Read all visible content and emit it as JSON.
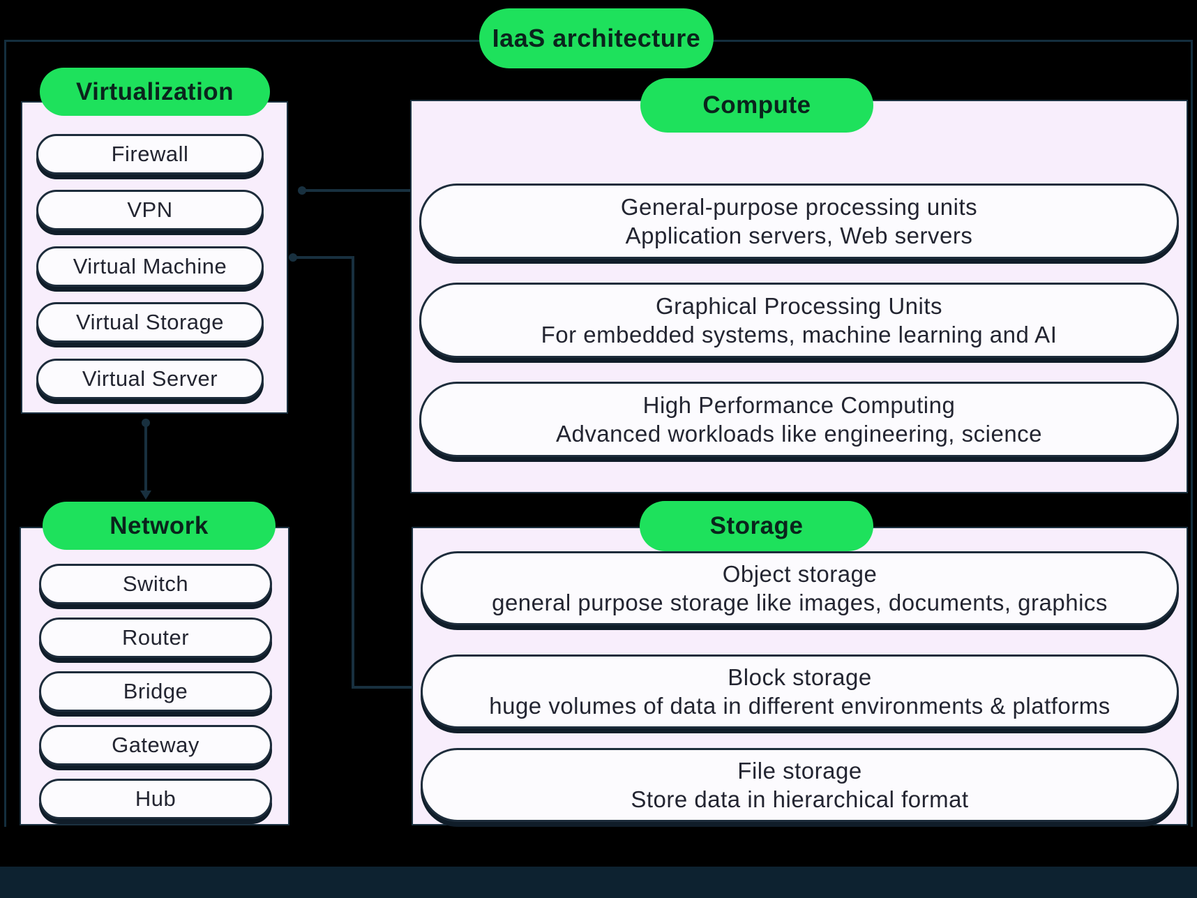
{
  "diagram": {
    "title": "IaaS architecture"
  },
  "virtualization": {
    "label": "Virtualization",
    "items": [
      "Firewall",
      "VPN",
      "Virtual Machine",
      "Virtual Storage",
      "Virtual Server"
    ]
  },
  "network": {
    "label": "Network",
    "items": [
      "Switch",
      "Router",
      "Bridge",
      "Gateway",
      "Hub"
    ]
  },
  "compute": {
    "label": "Compute",
    "items": [
      {
        "title": "General-purpose processing units",
        "desc": "Application servers, Web servers"
      },
      {
        "title": "Graphical Processing Units",
        "desc": "For embedded systems, machine learning and AI"
      },
      {
        "title": "High Performance Computing",
        "desc": "Advanced workloads like engineering, science"
      }
    ]
  },
  "storage": {
    "label": "Storage",
    "items": [
      {
        "title": "Object storage",
        "desc": "general purpose storage like images, documents, graphics"
      },
      {
        "title": "Block storage",
        "desc": "huge volumes of data in different environments & platforms"
      },
      {
        "title": "File storage",
        "desc": "Store data in hierarchical format"
      }
    ]
  },
  "colors": {
    "background": "#000000",
    "accent_green": "#1ee15c",
    "panel_pink": "#f8eefc",
    "node_fill": "#fcfbfe",
    "connector": "#18303f",
    "footer_strip": "#0d2230"
  }
}
